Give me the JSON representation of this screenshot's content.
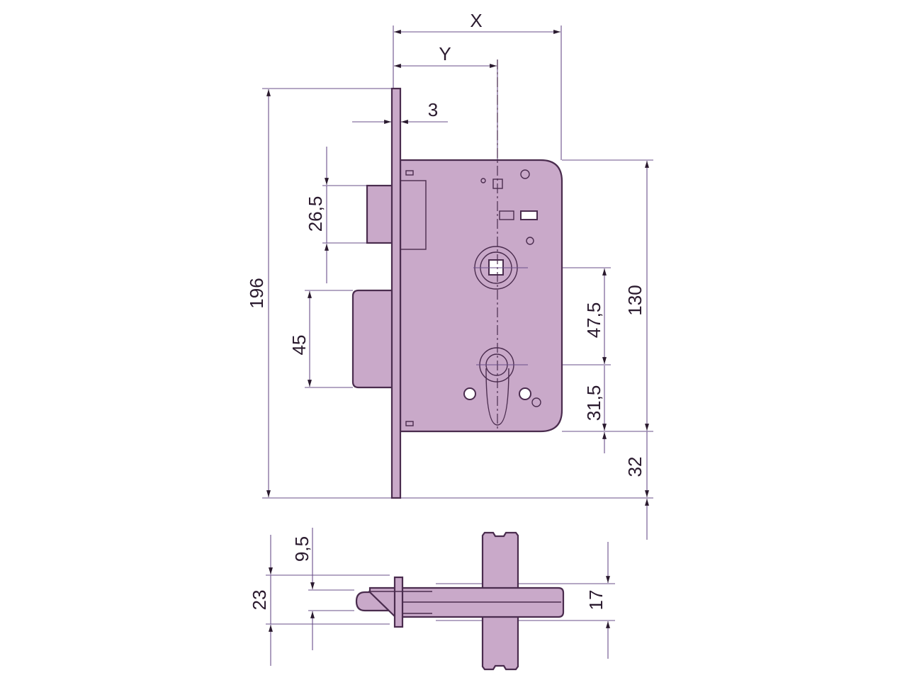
{
  "title": "Mortise lock dimension drawing",
  "colors": {
    "fill": "#c9a9c9",
    "outline": "#4a2c4e",
    "dimension": "#6a4f8a"
  },
  "front_view": {
    "dimensions": {
      "x_label": "X",
      "y_label": "Y",
      "faceplate_thickness": "3",
      "faceplate_height": "196",
      "latch_height": "26,5",
      "deadbolt_height": "45",
      "body_height": "130",
      "handle_to_cylinder": "47,5",
      "cylinder_to_bottom": "31,5",
      "bottom_offset": "32"
    }
  },
  "bottom_view": {
    "dimensions": {
      "faceplate_width": "23",
      "latch_width": "9,5",
      "body_width": "17"
    }
  }
}
